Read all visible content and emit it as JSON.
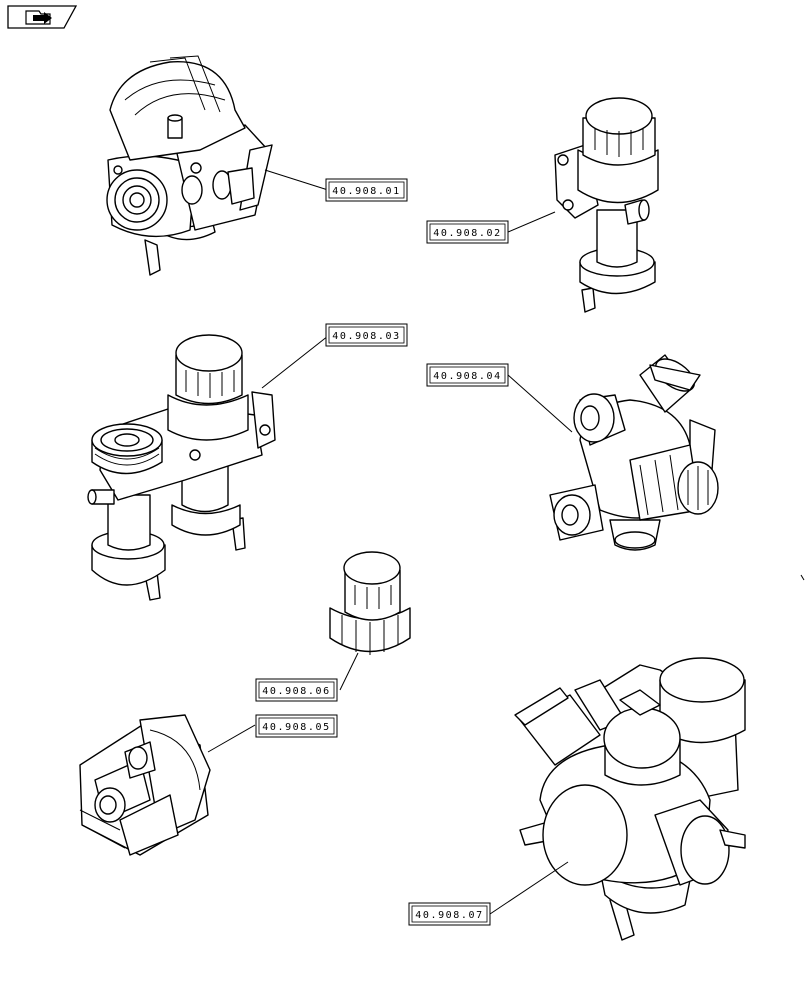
{
  "nav_icon": "folder-arrow-icon",
  "callouts": [
    {
      "id": "c01",
      "ref": "40.908.01"
    },
    {
      "id": "c02",
      "ref": "40.908.02"
    },
    {
      "id": "c03",
      "ref": "40.908.03"
    },
    {
      "id": "c04",
      "ref": "40.908.04"
    },
    {
      "id": "c06",
      "ref": "40.908.06"
    },
    {
      "id": "c05",
      "ref": "40.908.05"
    },
    {
      "id": "c07",
      "ref": "40.908.07"
    }
  ]
}
